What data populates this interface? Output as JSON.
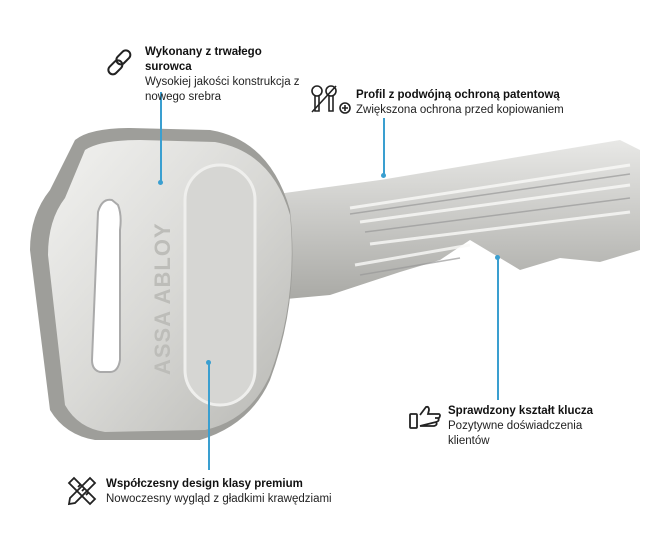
{
  "brand_on_key": "ASSA ABLOY",
  "accent_color": "#3a9fd0",
  "annotations": [
    {
      "icon": "chain-link-icon",
      "title": "Wykonany z trwałego surowca",
      "text": "Wysokiej jakości konstrukcja z nowego srebra"
    },
    {
      "icon": "keys-plus-icon",
      "title": "Profil z podwójną ochroną patentową",
      "text": "Zwiększona ochrona przed kopiowaniem"
    },
    {
      "icon": "thumbs-up-icon",
      "title": "Sprawdzony kształt klucza",
      "text": "Pozytywne doświadczenia klientów"
    },
    {
      "icon": "ruler-pencil-icon",
      "title": "Współczesny design klasy premium",
      "text": "Nowoczesny wygląd z gładkimi krawędziami"
    }
  ]
}
